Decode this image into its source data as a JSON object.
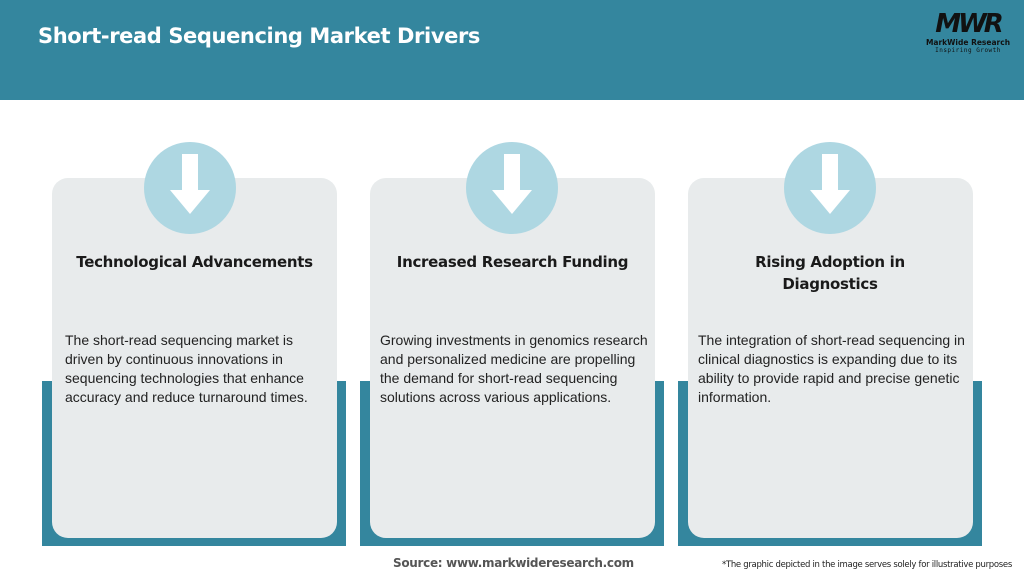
{
  "header": {
    "title": "Short-read Sequencing Market Drivers",
    "background_color": "#34869e",
    "logo": {
      "mark": "MWR",
      "name": "MarkWide Research",
      "tagline": "Inspiring Growth"
    }
  },
  "cards": [
    {
      "icon": "arrow-down-icon",
      "title": "Technological Advancements",
      "body": "The short-read sequencing market is driven by continuous innovations in sequencing technologies that enhance accuracy and reduce turnaround times."
    },
    {
      "icon": "arrow-down-icon",
      "title": "Increased Research Funding",
      "body": "Growing investments in genomics research and personalized medicine are propelling the demand for short-read sequencing solutions across various applications."
    },
    {
      "icon": "arrow-down-icon",
      "title": "Rising Adoption in Diagnostics",
      "body": "The integration of short-read sequencing in clinical diagnostics is expanding due to its ability to provide rapid and precise genetic information."
    }
  ],
  "footer": {
    "source": "Source: www.markwideresearch.com",
    "note": "*The graphic depicted in the image serves solely for illustrative purposes"
  },
  "colors": {
    "accent": "#34869e",
    "card_bg": "#e8ebec",
    "icon_circle": "#aed7e2"
  }
}
